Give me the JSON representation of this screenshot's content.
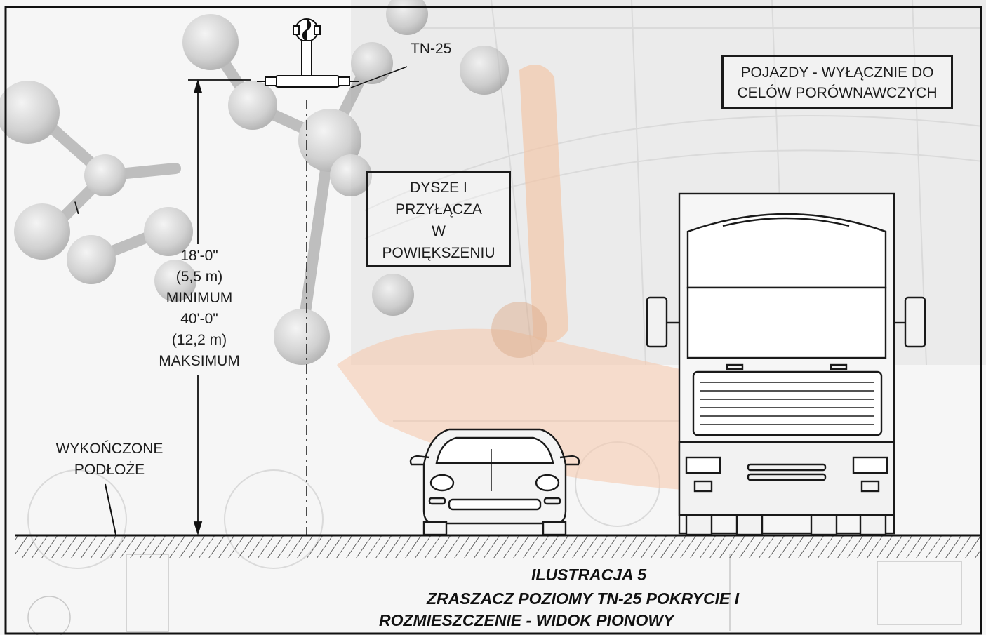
{
  "sprinkler": {
    "label": "TN-25"
  },
  "vehicles_note": {
    "text": "POJAZDY - WYŁĄCZNIE DO\nCELÓW PORÓWNAWCZYCH"
  },
  "nozzle_box": {
    "text": "DYSZE I\nPRZYŁĄCZA\nW\nPOWIĘKSZENIU"
  },
  "stray_mark": {
    "text": "\\"
  },
  "dimension": {
    "min_ft": "18'-0\"",
    "min_m": "(5,5 m)",
    "min_word": "MINIMUM",
    "max_ft": "40'-0\"",
    "max_m": "(12,2 m)",
    "max_word": "MAKSIMUM"
  },
  "ground": {
    "label": "WYKOŃCZONE\nPODŁOŻE"
  },
  "caption": {
    "line1": "ILUSTRACJA 5",
    "line2": "ZRASZACZ POZIOMY TN-25 POKRYCIE I",
    "line3": "ROZMIESZCZENIE - WIDOK PIONOWY"
  },
  "colors": {
    "line": "#1a1a1a",
    "orange": "#e8823a",
    "bg_gray": "#cfcfcf"
  }
}
